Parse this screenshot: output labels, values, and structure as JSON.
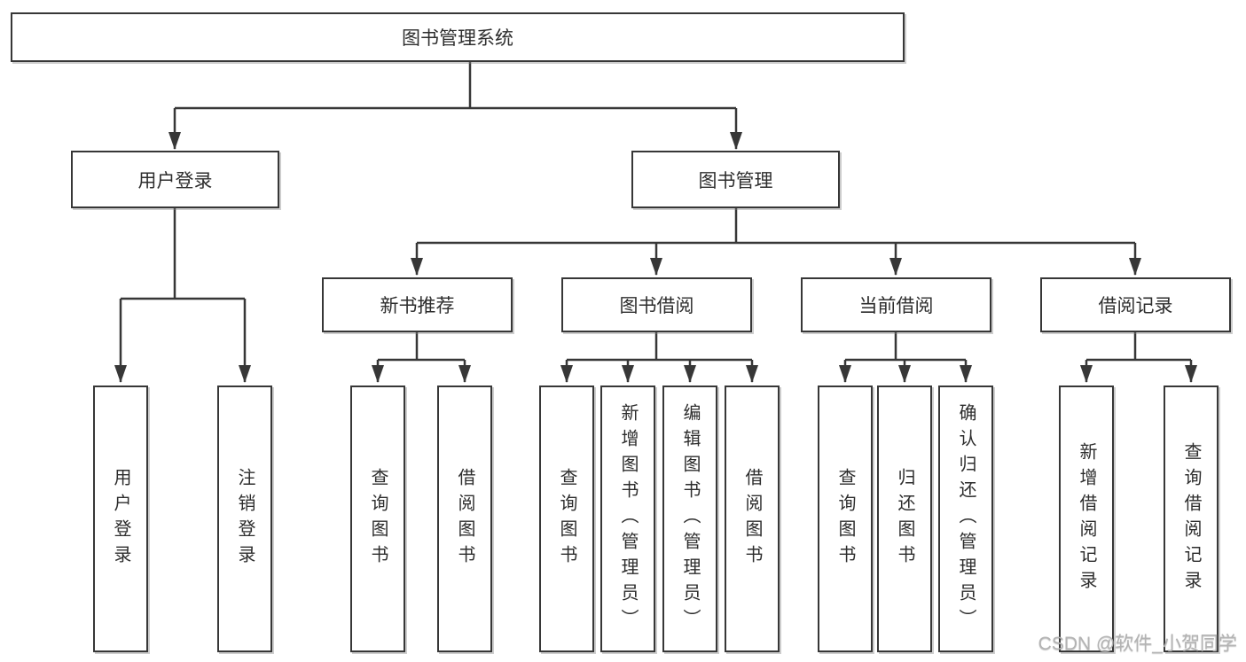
{
  "diagram": {
    "root": "图书管理系统",
    "login": {
      "label": "用户登录",
      "leaves": [
        "用户登录",
        "注销登录"
      ]
    },
    "management": {
      "label": "图书管理",
      "sections": [
        {
          "label": "新书推荐",
          "leaves": [
            "查询图书",
            "借阅图书"
          ]
        },
        {
          "label": "图书借阅",
          "leaves": [
            "查询图书",
            "新增图书（管理员）",
            "编辑图书（管理员）",
            "借阅图书"
          ]
        },
        {
          "label": "当前借阅",
          "leaves": [
            "查询图书",
            "归还图书",
            "确认归还（管理员）"
          ]
        },
        {
          "label": "借阅记录",
          "leaves": [
            "新增借阅记录",
            "查询借阅记录"
          ]
        }
      ]
    }
  },
  "watermark": "CSDN @软件_小贺同学",
  "colors": {
    "line": "#373737",
    "box_border": "#373737",
    "box_background": "#ffffff",
    "text": "#2d2d2d",
    "watermark": "#b3b3b3"
  }
}
